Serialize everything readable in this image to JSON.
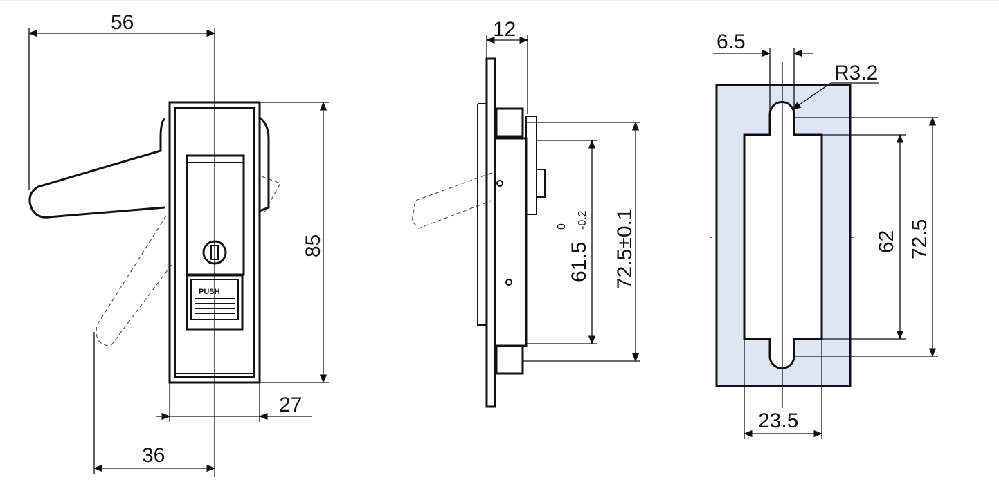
{
  "front_view": {
    "width_handle": "56",
    "height": "85",
    "depth": "27",
    "handle_offset": "36",
    "button_label": "PUSH"
  },
  "side_view": {
    "plate_thickness": "12",
    "inner_height": "61.5",
    "inner_tolerance_upper": "0",
    "inner_tolerance_lower": "-0.2",
    "outer_height": "72.5±0.1"
  },
  "cutout_view": {
    "slot_width": "6.5",
    "radius": "R3.2",
    "inner_height": "62",
    "outer_height": "72.5",
    "cutout_width": "23.5",
    "fill_color": "#dce6f4"
  }
}
